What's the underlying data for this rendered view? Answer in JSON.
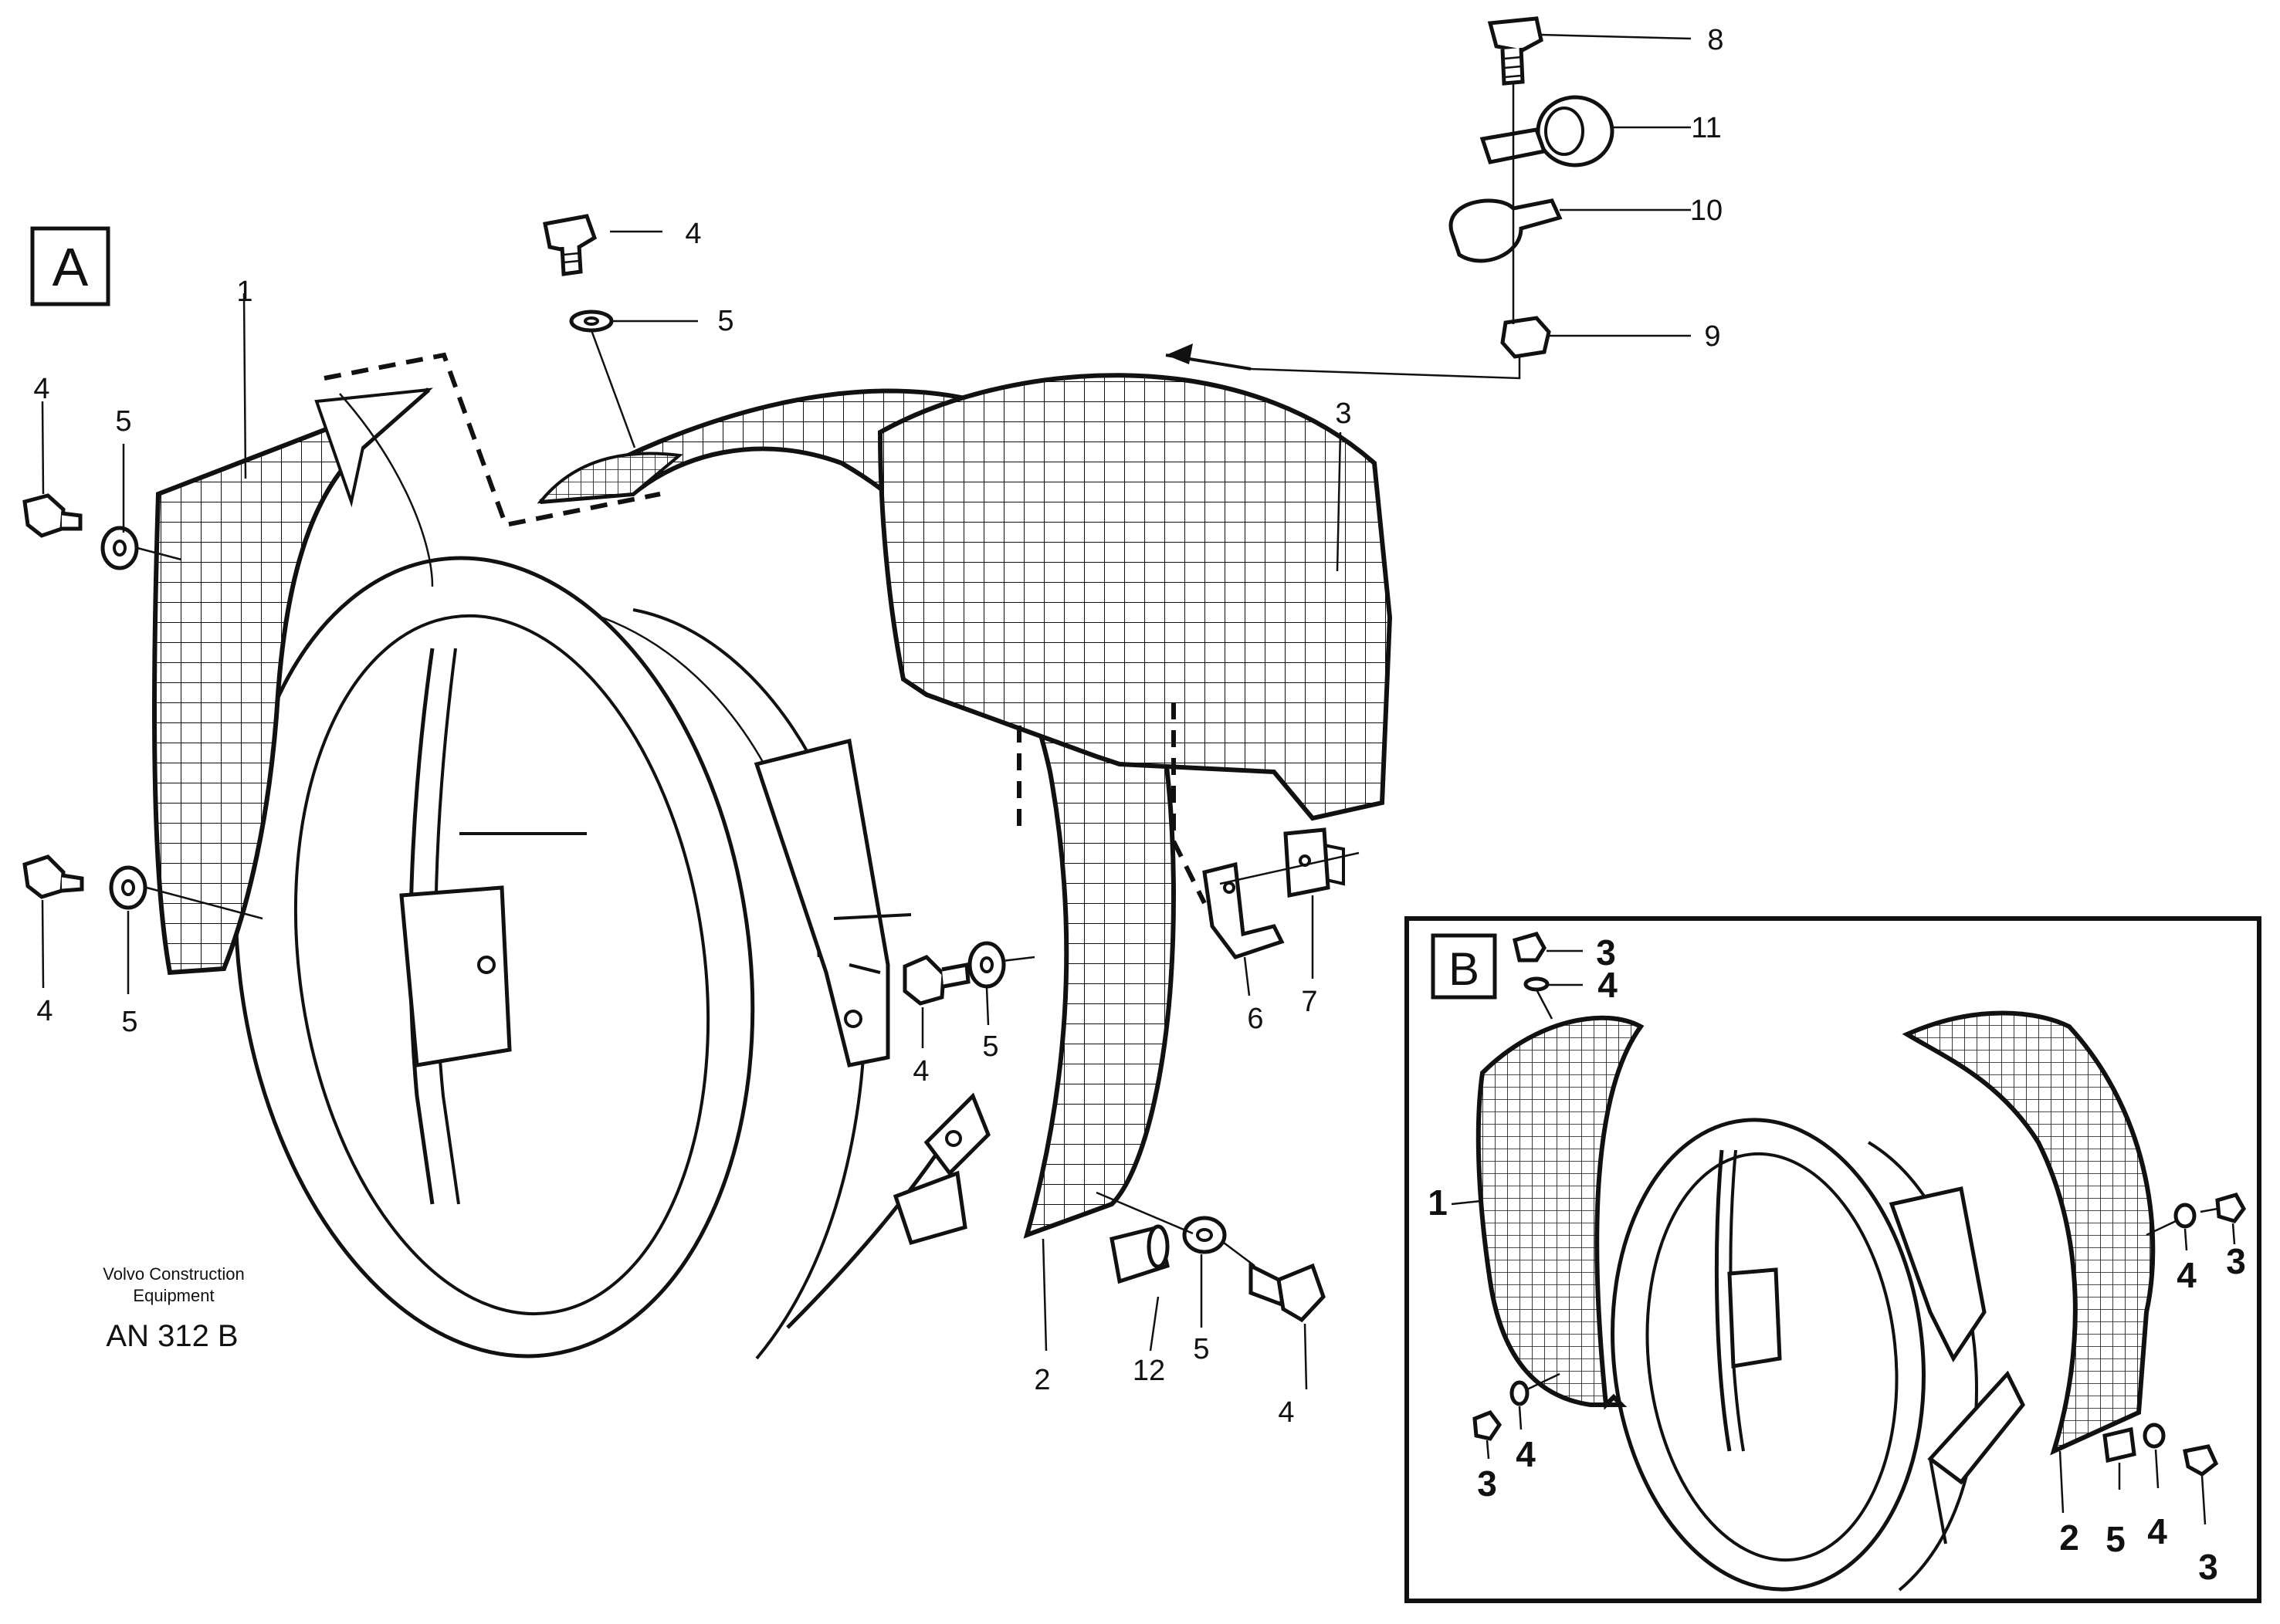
{
  "section_a": {
    "tag": "A"
  },
  "section_b": {
    "tag": "B"
  },
  "footer": {
    "line1": "Volvo Construction",
    "line2": "Equipment",
    "code": "AN 312 B"
  },
  "labels_a": {
    "l1": "1",
    "l2": "2",
    "l3": "3",
    "l4a": "4",
    "l4b": "4",
    "l4c": "4",
    "l4d": "4",
    "l4e": "4",
    "l5a": "5",
    "l5b": "5",
    "l5c": "5",
    "l5d": "5",
    "l5e": "5",
    "l6": "6",
    "l7": "7",
    "l8": "8",
    "l9": "9",
    "l10": "10",
    "l11": "11",
    "l12": "12"
  },
  "labels_b": {
    "b1": "1",
    "b2": "2",
    "b3a": "3",
    "b3b": "3",
    "b3c": "3",
    "b3d": "3",
    "b4a": "4",
    "b4b": "4",
    "b4c": "4",
    "b4d": "4",
    "b5": "5"
  }
}
